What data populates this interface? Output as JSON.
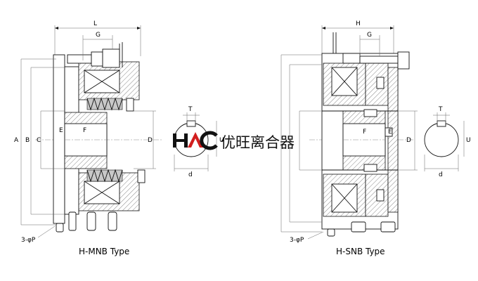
{
  "diagram": {
    "left": {
      "caption": "H-MNB Type",
      "dims": {
        "L": "L",
        "G": "G",
        "A": "A",
        "B": "B",
        "C": "C",
        "D": "D",
        "E": "E",
        "F": "F"
      },
      "bolt_note": "3-φP"
    },
    "right": {
      "caption": "H-SNB Type",
      "dims": {
        "H": "H",
        "G": "G",
        "D": "D",
        "E": "E",
        "F": "F"
      },
      "bolt_note": "3-φP"
    },
    "keyway_left": {
      "T": "T",
      "U": "U",
      "d": "d"
    },
    "keyway_right": {
      "T": "T",
      "U": "U",
      "d": "d"
    },
    "logo": {
      "mark": "HAC",
      "text": "优旺离合器",
      "colors": {
        "dark": "#111111",
        "accent": "#d21e1e"
      }
    }
  }
}
